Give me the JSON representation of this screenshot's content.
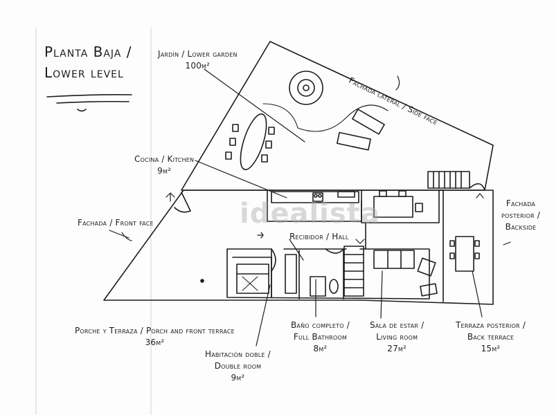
{
  "title": {
    "line1": "Planta Baja /",
    "line2": "Lower level"
  },
  "watermark": "idealista",
  "labels": {
    "garden": {
      "line1": "Jardín / Lower garden",
      "line2": "100m²"
    },
    "side_face": {
      "line1": "Fachada lateral / Side face"
    },
    "kitchen": {
      "line1": "Cocina / Kitchen",
      "line2": "9m²"
    },
    "front_face": {
      "line1": "Fachada / Front face"
    },
    "backside": {
      "line1": "Fachada",
      "line2": "posterior /",
      "line3": "Backside"
    },
    "hall": {
      "line1": "Recibidor / Hall"
    },
    "porch": {
      "line1": "Porche y Terraza / Porch and front terrace",
      "line2": "36m²"
    },
    "double_room": {
      "line1": "Habitación doble /",
      "line2": "Double room",
      "line3": "9m²"
    },
    "bathroom": {
      "line1": "Baño completo /",
      "line2": "Full Bathroom",
      "line3": "8m²"
    },
    "living": {
      "line1": "Sala de estar /",
      "line2": "Living room",
      "line3": "27m²"
    },
    "back_terrace": {
      "line1": "Terraza posterior /",
      "line2": "Back terrace",
      "line3": "15m²"
    }
  },
  "colors": {
    "ink": "#1c1c1c",
    "paper": "#fdfdfd",
    "watermark": "#aaaaaa"
  }
}
